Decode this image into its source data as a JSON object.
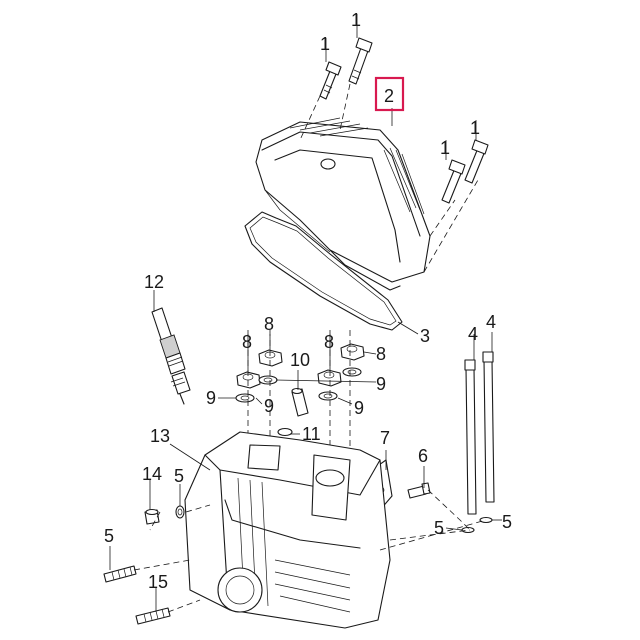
{
  "callouts": {
    "c1a": "1",
    "c1b": "1",
    "c1c": "1",
    "c1d": "1",
    "c2": "2",
    "c3": "3",
    "c4a": "4",
    "c4b": "4",
    "c5a": "5",
    "c5b": "5",
    "c5c": "5",
    "c5d": "5",
    "c6": "6",
    "c7": "7",
    "c8a": "8",
    "c8b": "8",
    "c8c": "8",
    "c8d": "8",
    "c9a": "9",
    "c9b": "9",
    "c9c": "9",
    "c9d": "9",
    "c10": "10",
    "c11": "11",
    "c12": "12",
    "c13": "13",
    "c14": "14",
    "c15": "15"
  },
  "highlighted_callout": "2",
  "colors": {
    "highlight": "#d8194f",
    "line": "#1a1a1a"
  }
}
